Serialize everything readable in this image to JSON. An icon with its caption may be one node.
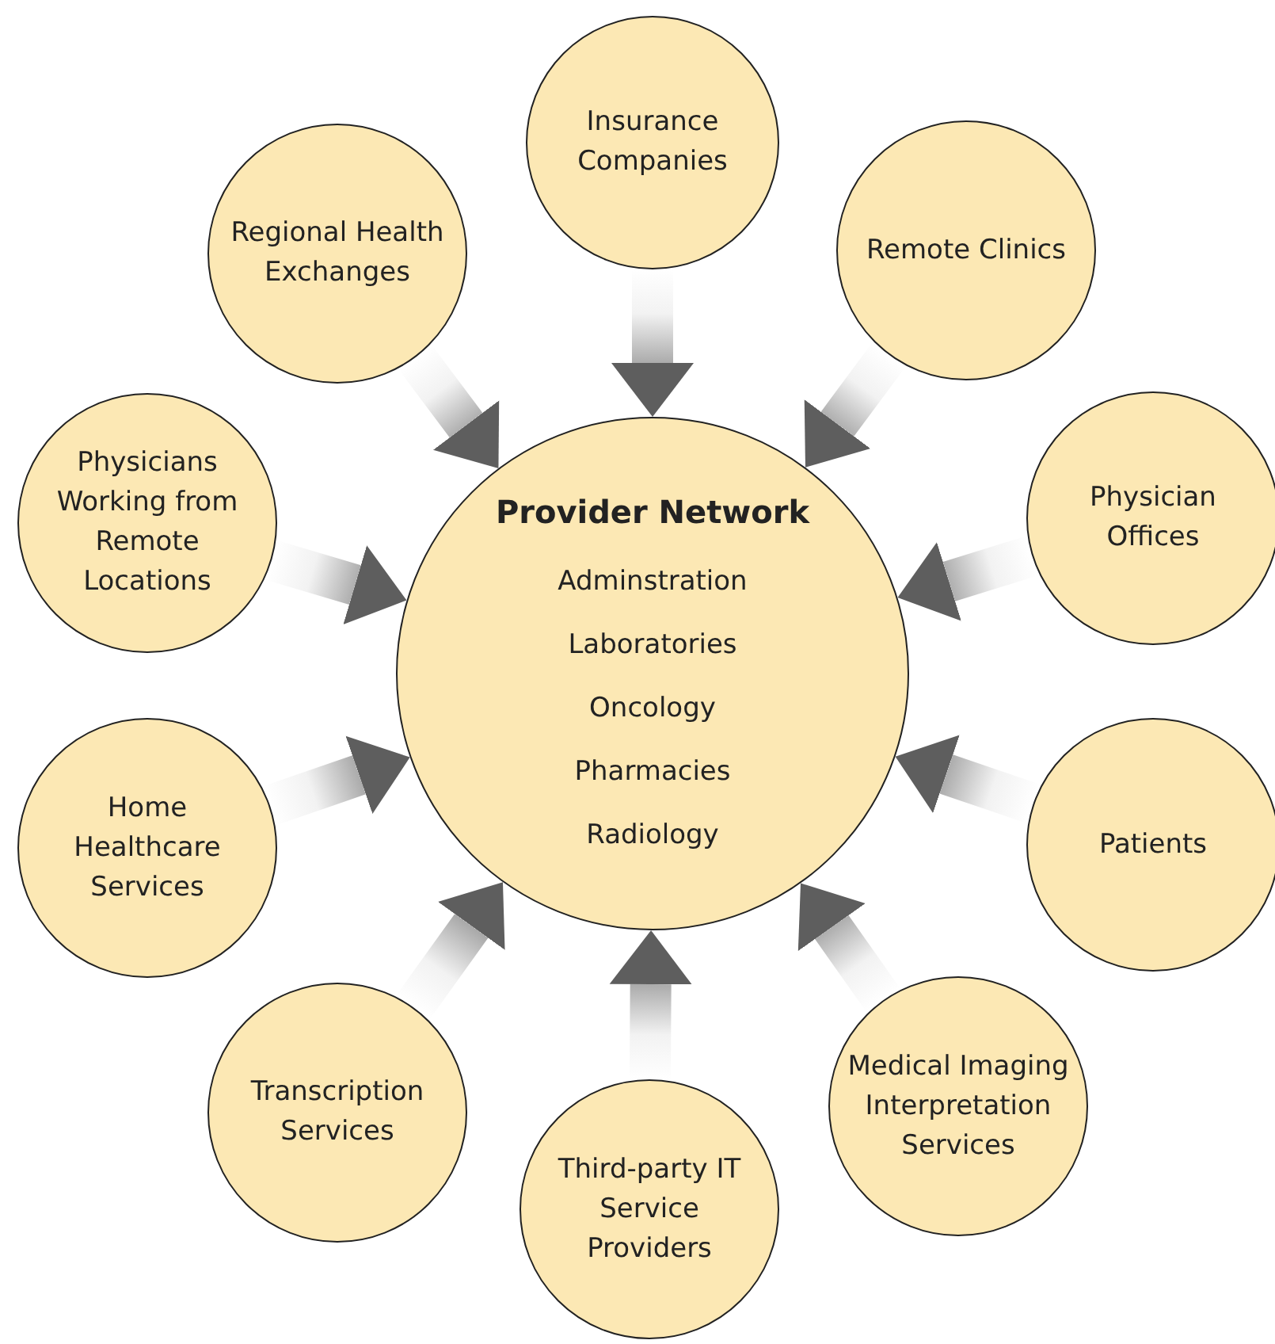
{
  "diagram": {
    "nodes": [
      {
        "text": [
          "Insurance Companies"
        ]
      },
      {
        "text": [
          "Regional Health Exchanges"
        ]
      },
      {
        "text": [
          "Remote Clinics"
        ]
      },
      {
        "text": [
          "Physicians Working from Remote Locations"
        ]
      },
      {
        "text": [
          "Provider Network",
          "Adminstration",
          "Laboratories",
          "Oncology",
          "Pharmacies",
          "Radiology"
        ]
      },
      {
        "text": [
          "Physician Offices"
        ]
      },
      {
        "text": [
          "Home Healthcare Services"
        ]
      },
      {
        "text": [
          "Patients"
        ]
      },
      {
        "text": [
          "Transcription Services"
        ]
      },
      {
        "text": [
          "Medical Imaging Interpretation Services"
        ]
      },
      {
        "text": [
          "Third-party IT Service Providers"
        ]
      }
    ],
    "edges": [
      {
        "from": 0,
        "to": 4,
        "arrow": "to",
        "style": "thick"
      },
      {
        "from": 1,
        "to": 4,
        "arrow": "to",
        "style": "thick"
      },
      {
        "from": 2,
        "to": 4,
        "arrow": "to",
        "style": "thick"
      },
      {
        "from": 3,
        "to": 4,
        "arrow": "to",
        "style": "thick"
      },
      {
        "from": 5,
        "to": 4,
        "arrow": "to",
        "style": "thick"
      },
      {
        "from": 6,
        "to": 4,
        "arrow": "to",
        "style": "thick"
      },
      {
        "from": 7,
        "to": 4,
        "arrow": "to",
        "style": "thick"
      },
      {
        "from": 8,
        "to": 4,
        "arrow": "to",
        "style": "thick"
      },
      {
        "from": 9,
        "to": 4,
        "arrow": "to",
        "style": "thick"
      },
      {
        "from": 10,
        "to": 4,
        "arrow": "to",
        "style": "thick"
      }
    ]
  }
}
